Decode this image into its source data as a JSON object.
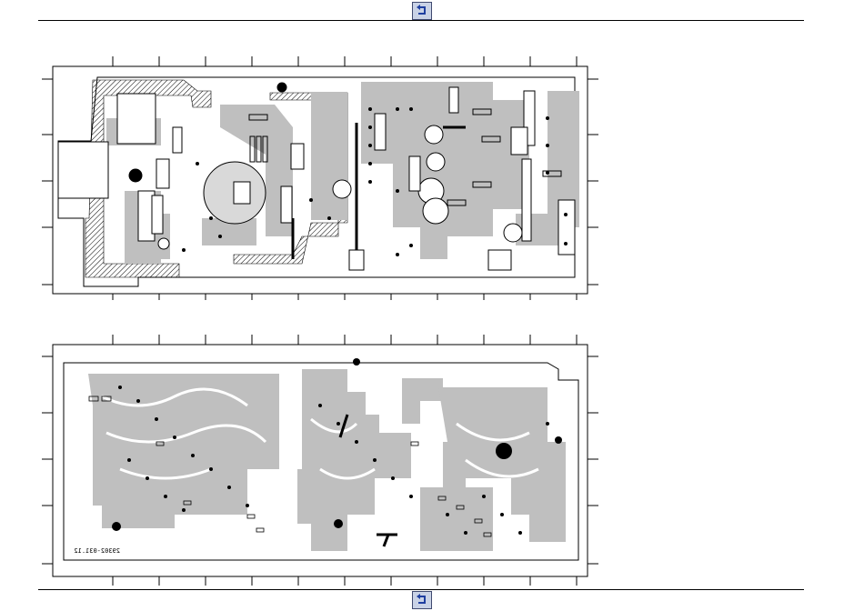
{
  "header": {
    "back_button": "back-arrow-icon"
  },
  "footer": {
    "back_button": "back-arrow-icon"
  },
  "top_board": {
    "view": "component-side"
  },
  "bottom_board": {
    "view": "solder-side",
    "board_code": "29302-031.12"
  },
  "colors": {
    "trace": "#bfbfbf",
    "ink": "#000000",
    "nav_bg": "#c9d2e6",
    "nav_icon": "#1f3fa0"
  }
}
